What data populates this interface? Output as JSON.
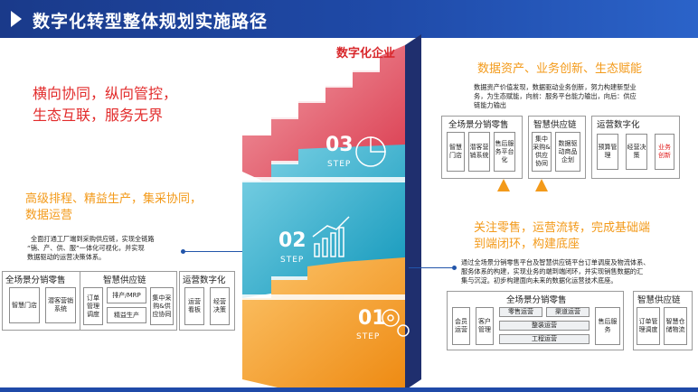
{
  "header": {
    "title": "数字化转型整体规划实施路径"
  },
  "peak_label": "数字化企业",
  "left_slogans": {
    "lines": [
      "横向协同，纵向管控，",
      "生态互联，服务无界"
    ]
  },
  "stage2": {
    "headline": [
      "高级排程、精益生产，集采协同，",
      "数据运营"
    ],
    "desc": [
      "全面打通工厂端到采购供应链，实现全链路",
      "“销、产、供、服”一体化可视化，并实现",
      "数据驱动的运营决策体系。"
    ],
    "panel_retail": {
      "title": "全场景分销零售",
      "items": [
        "智慧门店",
        "潜客营销系统"
      ]
    },
    "panel_chain": {
      "title": "智慧供应链",
      "items": [
        "订单管理调度",
        "排产/MRP",
        "精益生产",
        "集中采购&供应协同"
      ]
    },
    "panel_ops": {
      "title": "运营数字化",
      "items": [
        "运营看板",
        "经营决策"
      ]
    }
  },
  "stage3": {
    "headline": "数据资产、业务创新、生态赋能",
    "desc": [
      "数据资产价值发现，数据驱动业务创新，努力构建新型业",
      "务，为生态赋能，向前：服务平台能力输出，向后：供应",
      "链能力输出"
    ],
    "panel_retail": {
      "title": "全场景分销零售",
      "items": [
        "智慧门店",
        "潜客营销系统",
        "售后服务平台化"
      ]
    },
    "panel_chain": {
      "title": "智慧供应链",
      "items": [
        "集中采购&供应协同",
        "数据驱动商品企划"
      ]
    },
    "panel_ops": {
      "title": "运营数字化",
      "items": [
        "预算管理",
        "经营决策",
        "业务创新"
      ]
    }
  },
  "stage1": {
    "headline": [
      "关注零售，运营流转，完成基础端",
      "到端闭环，构建底座"
    ],
    "desc": [
      "通过全场景分销零售平台及智慧供应链平台订单调度及物流体系、",
      "服务体系的构建，实现业务的端到端闭环，并实现销售数据的汇",
      "集与沉淀。初步构建面向未来的数据化运营技术底座。"
    ],
    "panel_retail": {
      "title": "全场景分销零售",
      "items": [
        "会员运营",
        "客户管理",
        "零售运营",
        "渠道运营",
        "整装运营",
        "工程运营",
        "售后服务"
      ]
    },
    "panel_chain": {
      "title": "智慧供应链",
      "items": [
        "订单管理调度",
        "智慧仓储物流"
      ]
    }
  },
  "steps": [
    {
      "num": "01",
      "word": "STEP"
    },
    {
      "num": "02",
      "word": "STEP"
    },
    {
      "num": "03",
      "word": "STEP"
    }
  ],
  "colors": {
    "step1": "#f39a1a",
    "step2": "#1aa8c8",
    "step3": "#e8566a",
    "accent_red": "#e22b2b",
    "accent_orange": "#f39a1a",
    "header": "#1f4aa8"
  }
}
